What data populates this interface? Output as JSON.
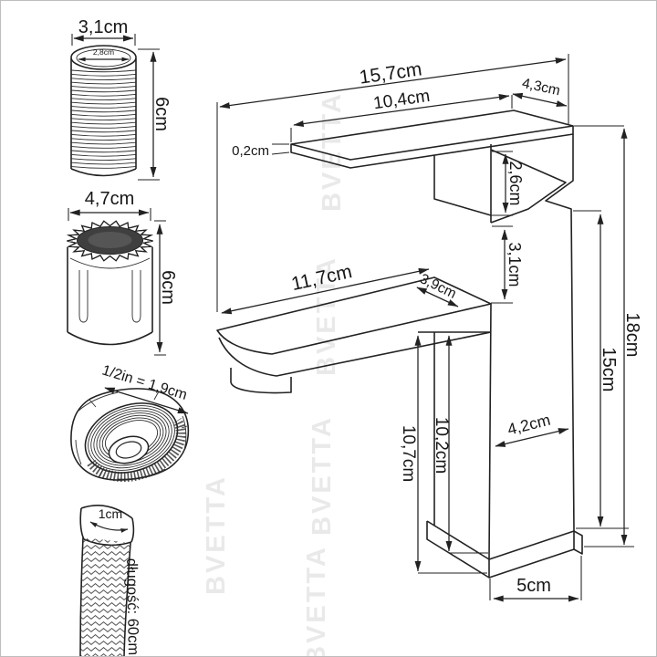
{
  "parts": {
    "thread_connector": {
      "width": "3,1cm",
      "inner_diameter": "2,8cm",
      "height": "6cm"
    },
    "mounting_nut": {
      "width": "4,7cm",
      "height": "6cm"
    },
    "hose": {
      "connector_size": "1/2in = 1,9cm",
      "diameter": "1cm",
      "length_label": "długość: 60cm"
    }
  },
  "faucet": {
    "overall_width": "15,7cm",
    "handle_plate_length": "10,4cm",
    "handle_plate_depth": "4,3cm",
    "handle_plate_thickness": "0,2cm",
    "cartridge_height": "2,6cm",
    "spout_right_height": "3,1cm",
    "spout_length": "11,7cm",
    "spout_depth": "3,9cm",
    "overall_height": "18cm",
    "spout_underside_height": "15cm",
    "base_to_spout_clearance": "10,7cm",
    "base_plate_to_spout": "10,2cm",
    "body_depth": "4,2cm",
    "base_width": "5cm"
  },
  "watermark_text": "BVETTA",
  "colors": {
    "line": "#222222",
    "background": "#ffffff",
    "watermark": "#e9e9e9",
    "nut_opening_fill": "#3f3f3f"
  }
}
